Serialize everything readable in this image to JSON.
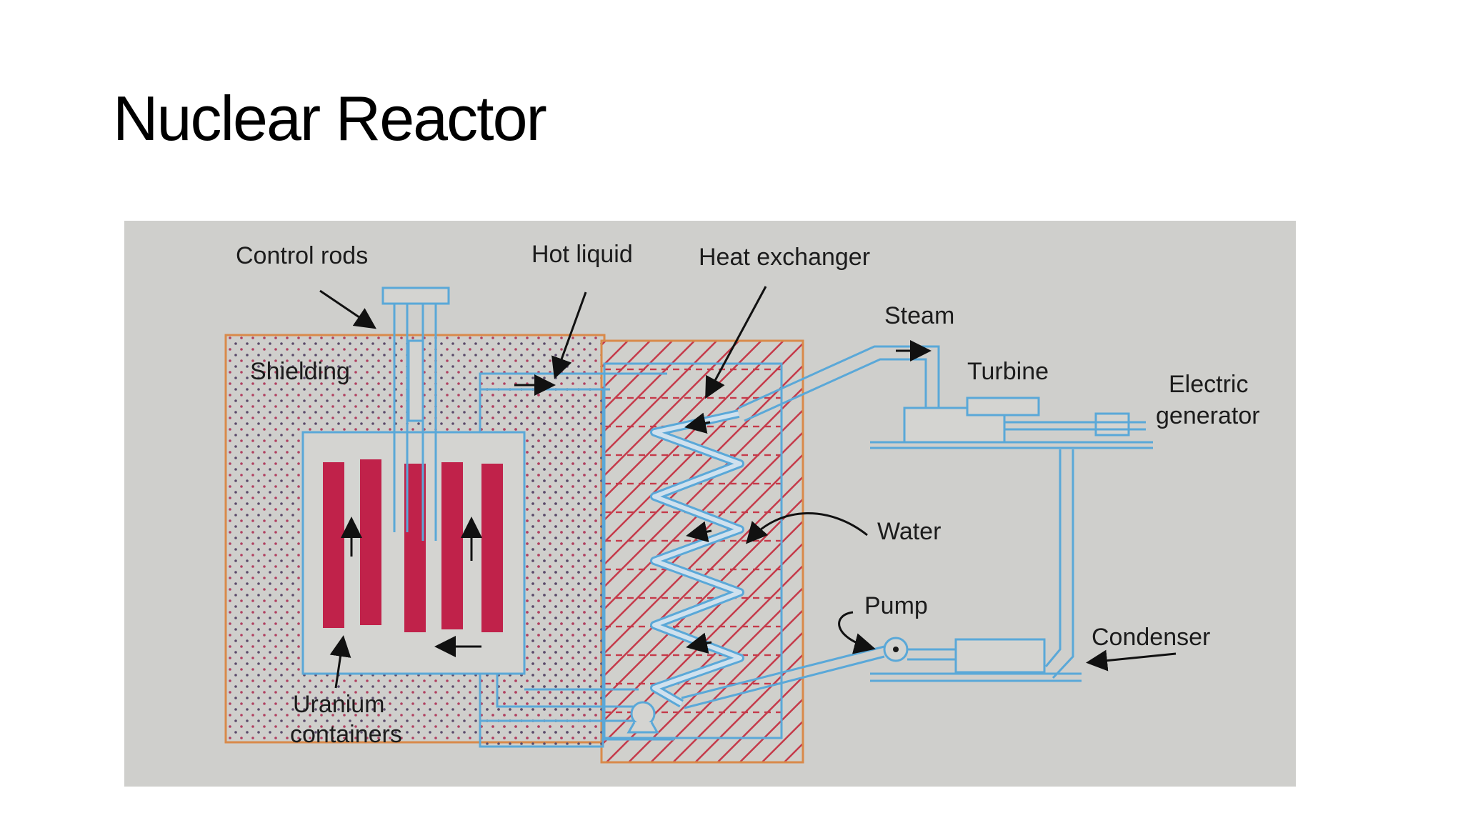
{
  "slide": {
    "title": "Nuclear Reactor"
  },
  "diagram": {
    "labels": {
      "control_rods": "Control rods",
      "hot_liquid": "Hot liquid",
      "heat_exchanger": "Heat exchanger",
      "steam": "Steam",
      "turbine": "Turbine",
      "electric_line1": "Electric",
      "electric_line2": "generator",
      "shielding": "Shielding",
      "water": "Water",
      "pump": "Pump",
      "condenser": "Condenser",
      "uranium_line1": "Uranium",
      "uranium_line2": "containers"
    },
    "colors": {
      "photo_background": "#cfcfcc",
      "pipe": "#5aa8d8",
      "uranium_rod": "#c0224a",
      "shield_border": "#d98a4a",
      "hatch": "#c53a4a",
      "dots": "#b04060"
    }
  }
}
